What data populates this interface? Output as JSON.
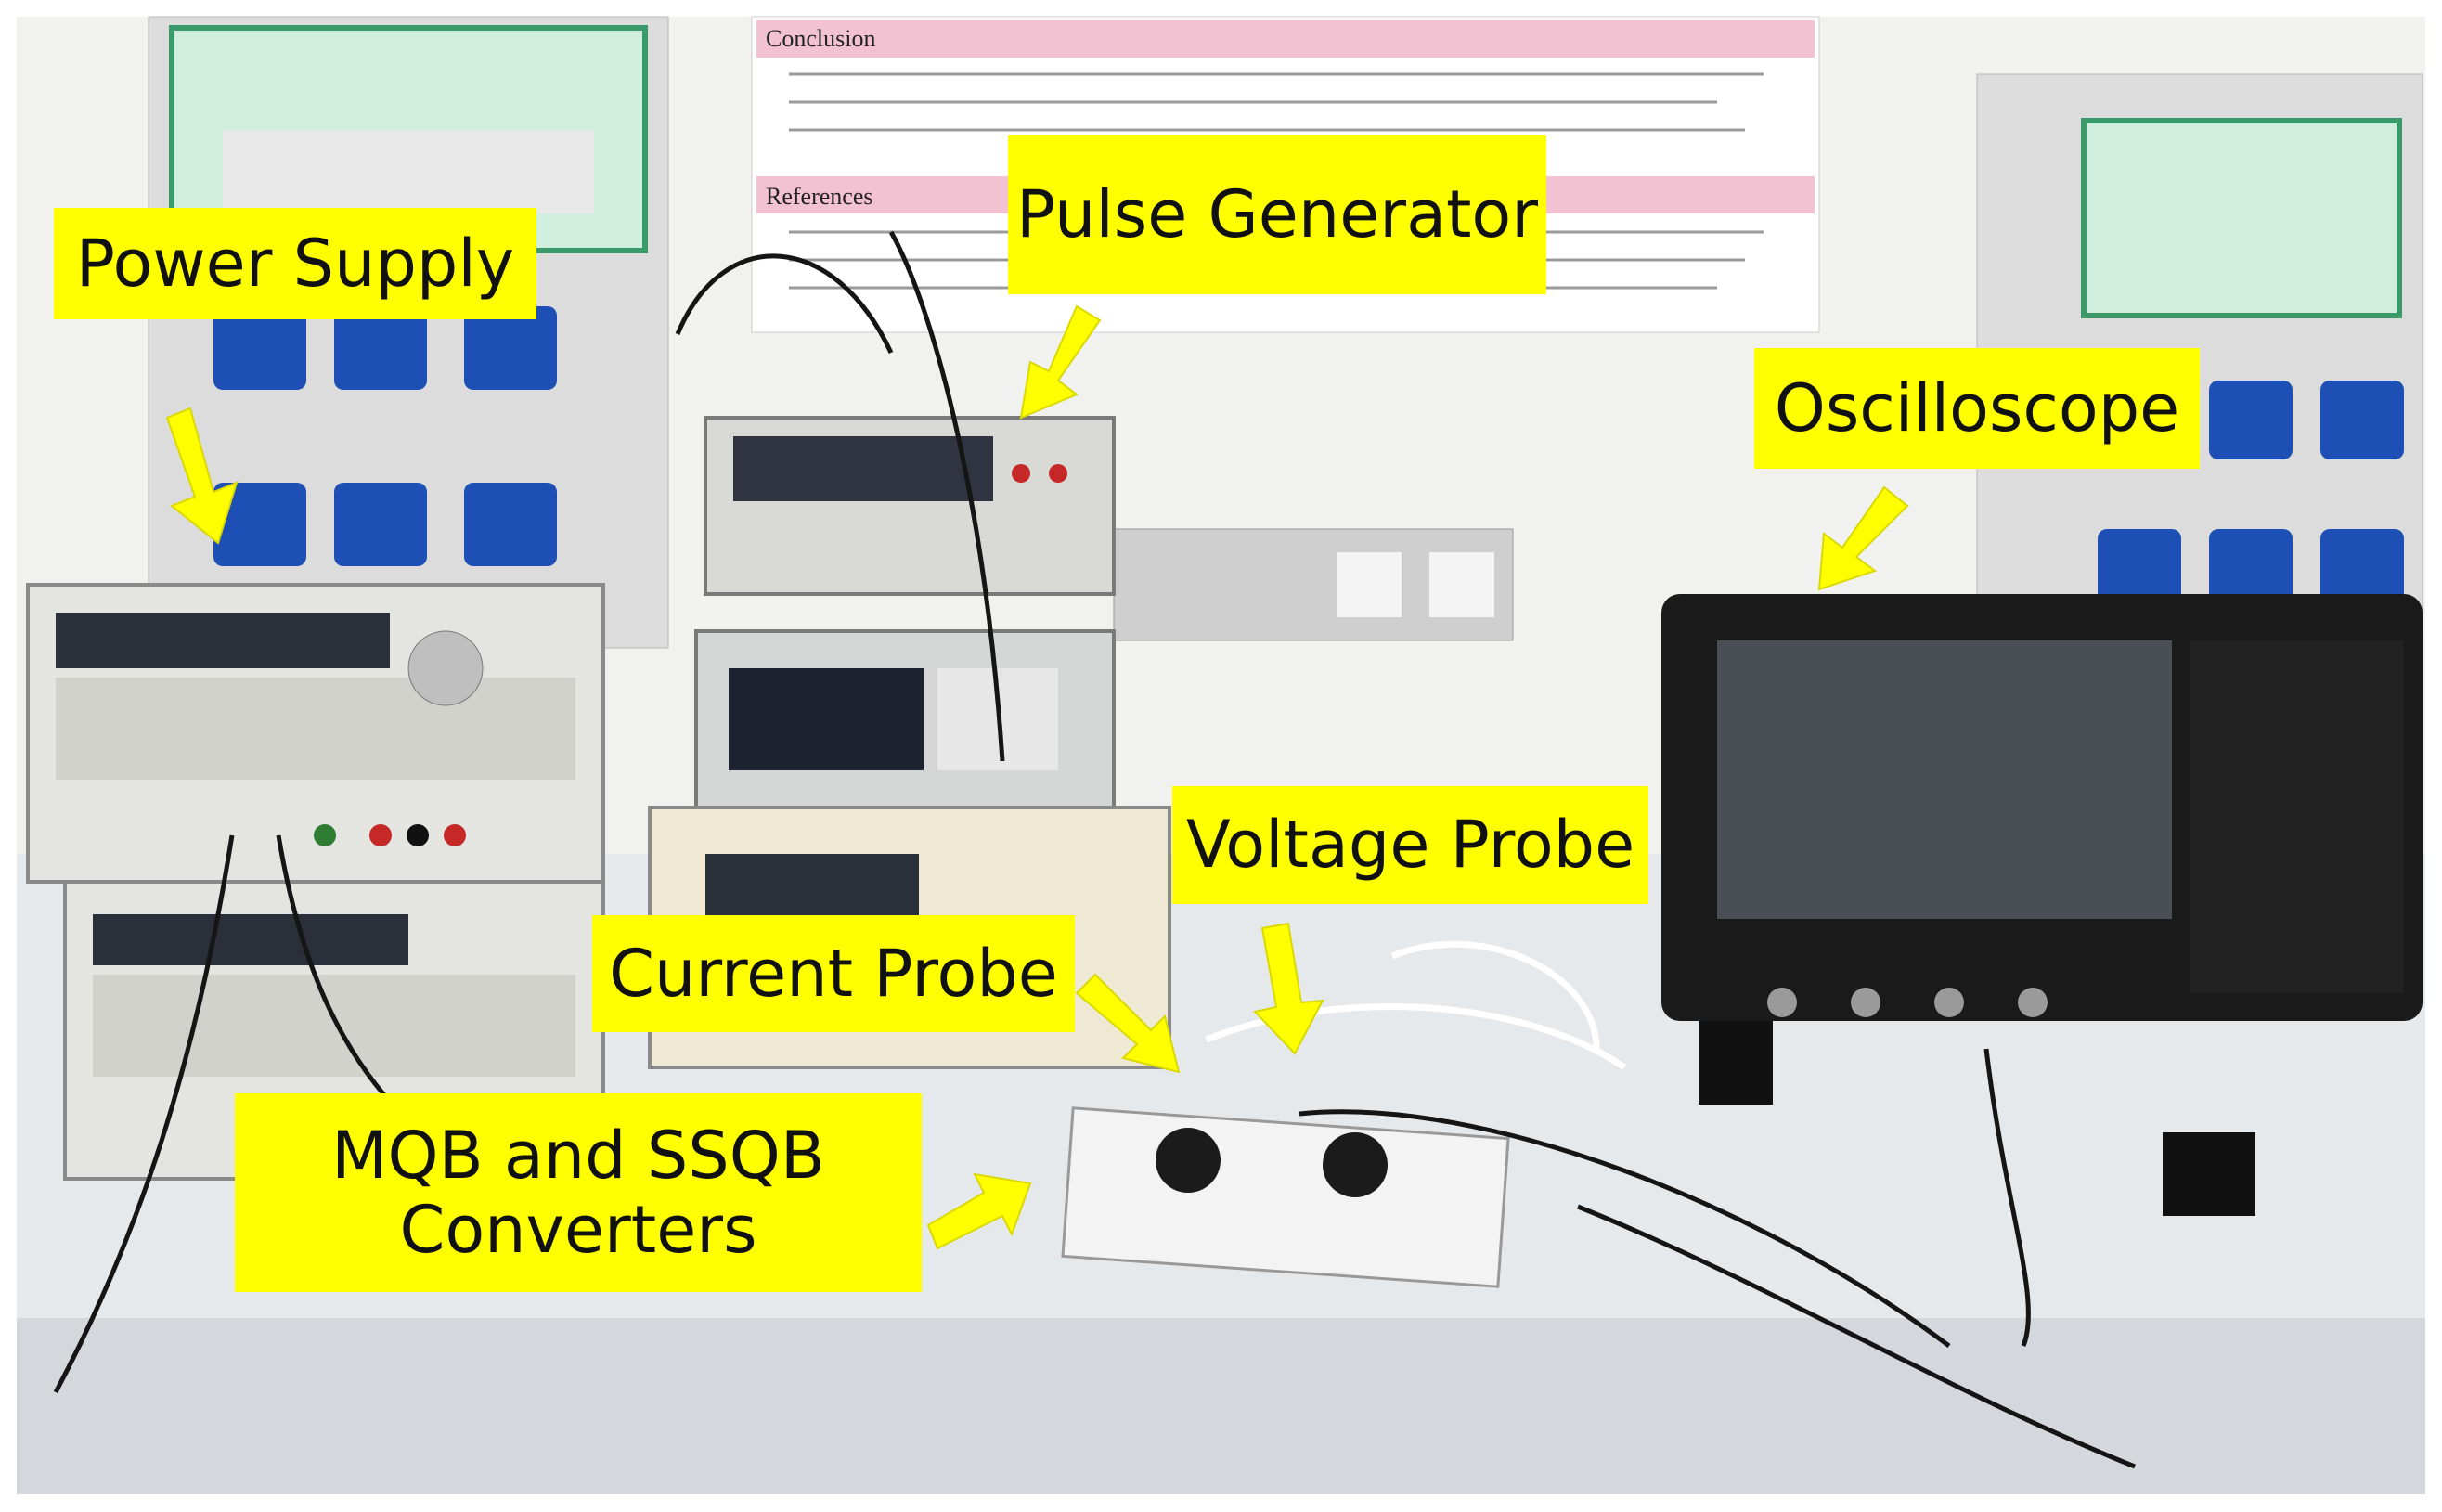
{
  "labels": {
    "power_supply": "Power Supply",
    "pulse_generator": "Pulse Generator",
    "oscilloscope": "Oscilloscope",
    "voltage_probe": "Voltage Probe",
    "current_probe": "Current Probe",
    "converters_line1": "MQB and SSQB",
    "converters_line2": "Converters"
  },
  "poster": {
    "section_conclusion": "Conclusion",
    "section_references": "References"
  },
  "colors": {
    "callout": "#ffff00",
    "bench": "#e9ecef",
    "wall": "#f3f3f1",
    "poster_header": "#f3c2d2"
  }
}
